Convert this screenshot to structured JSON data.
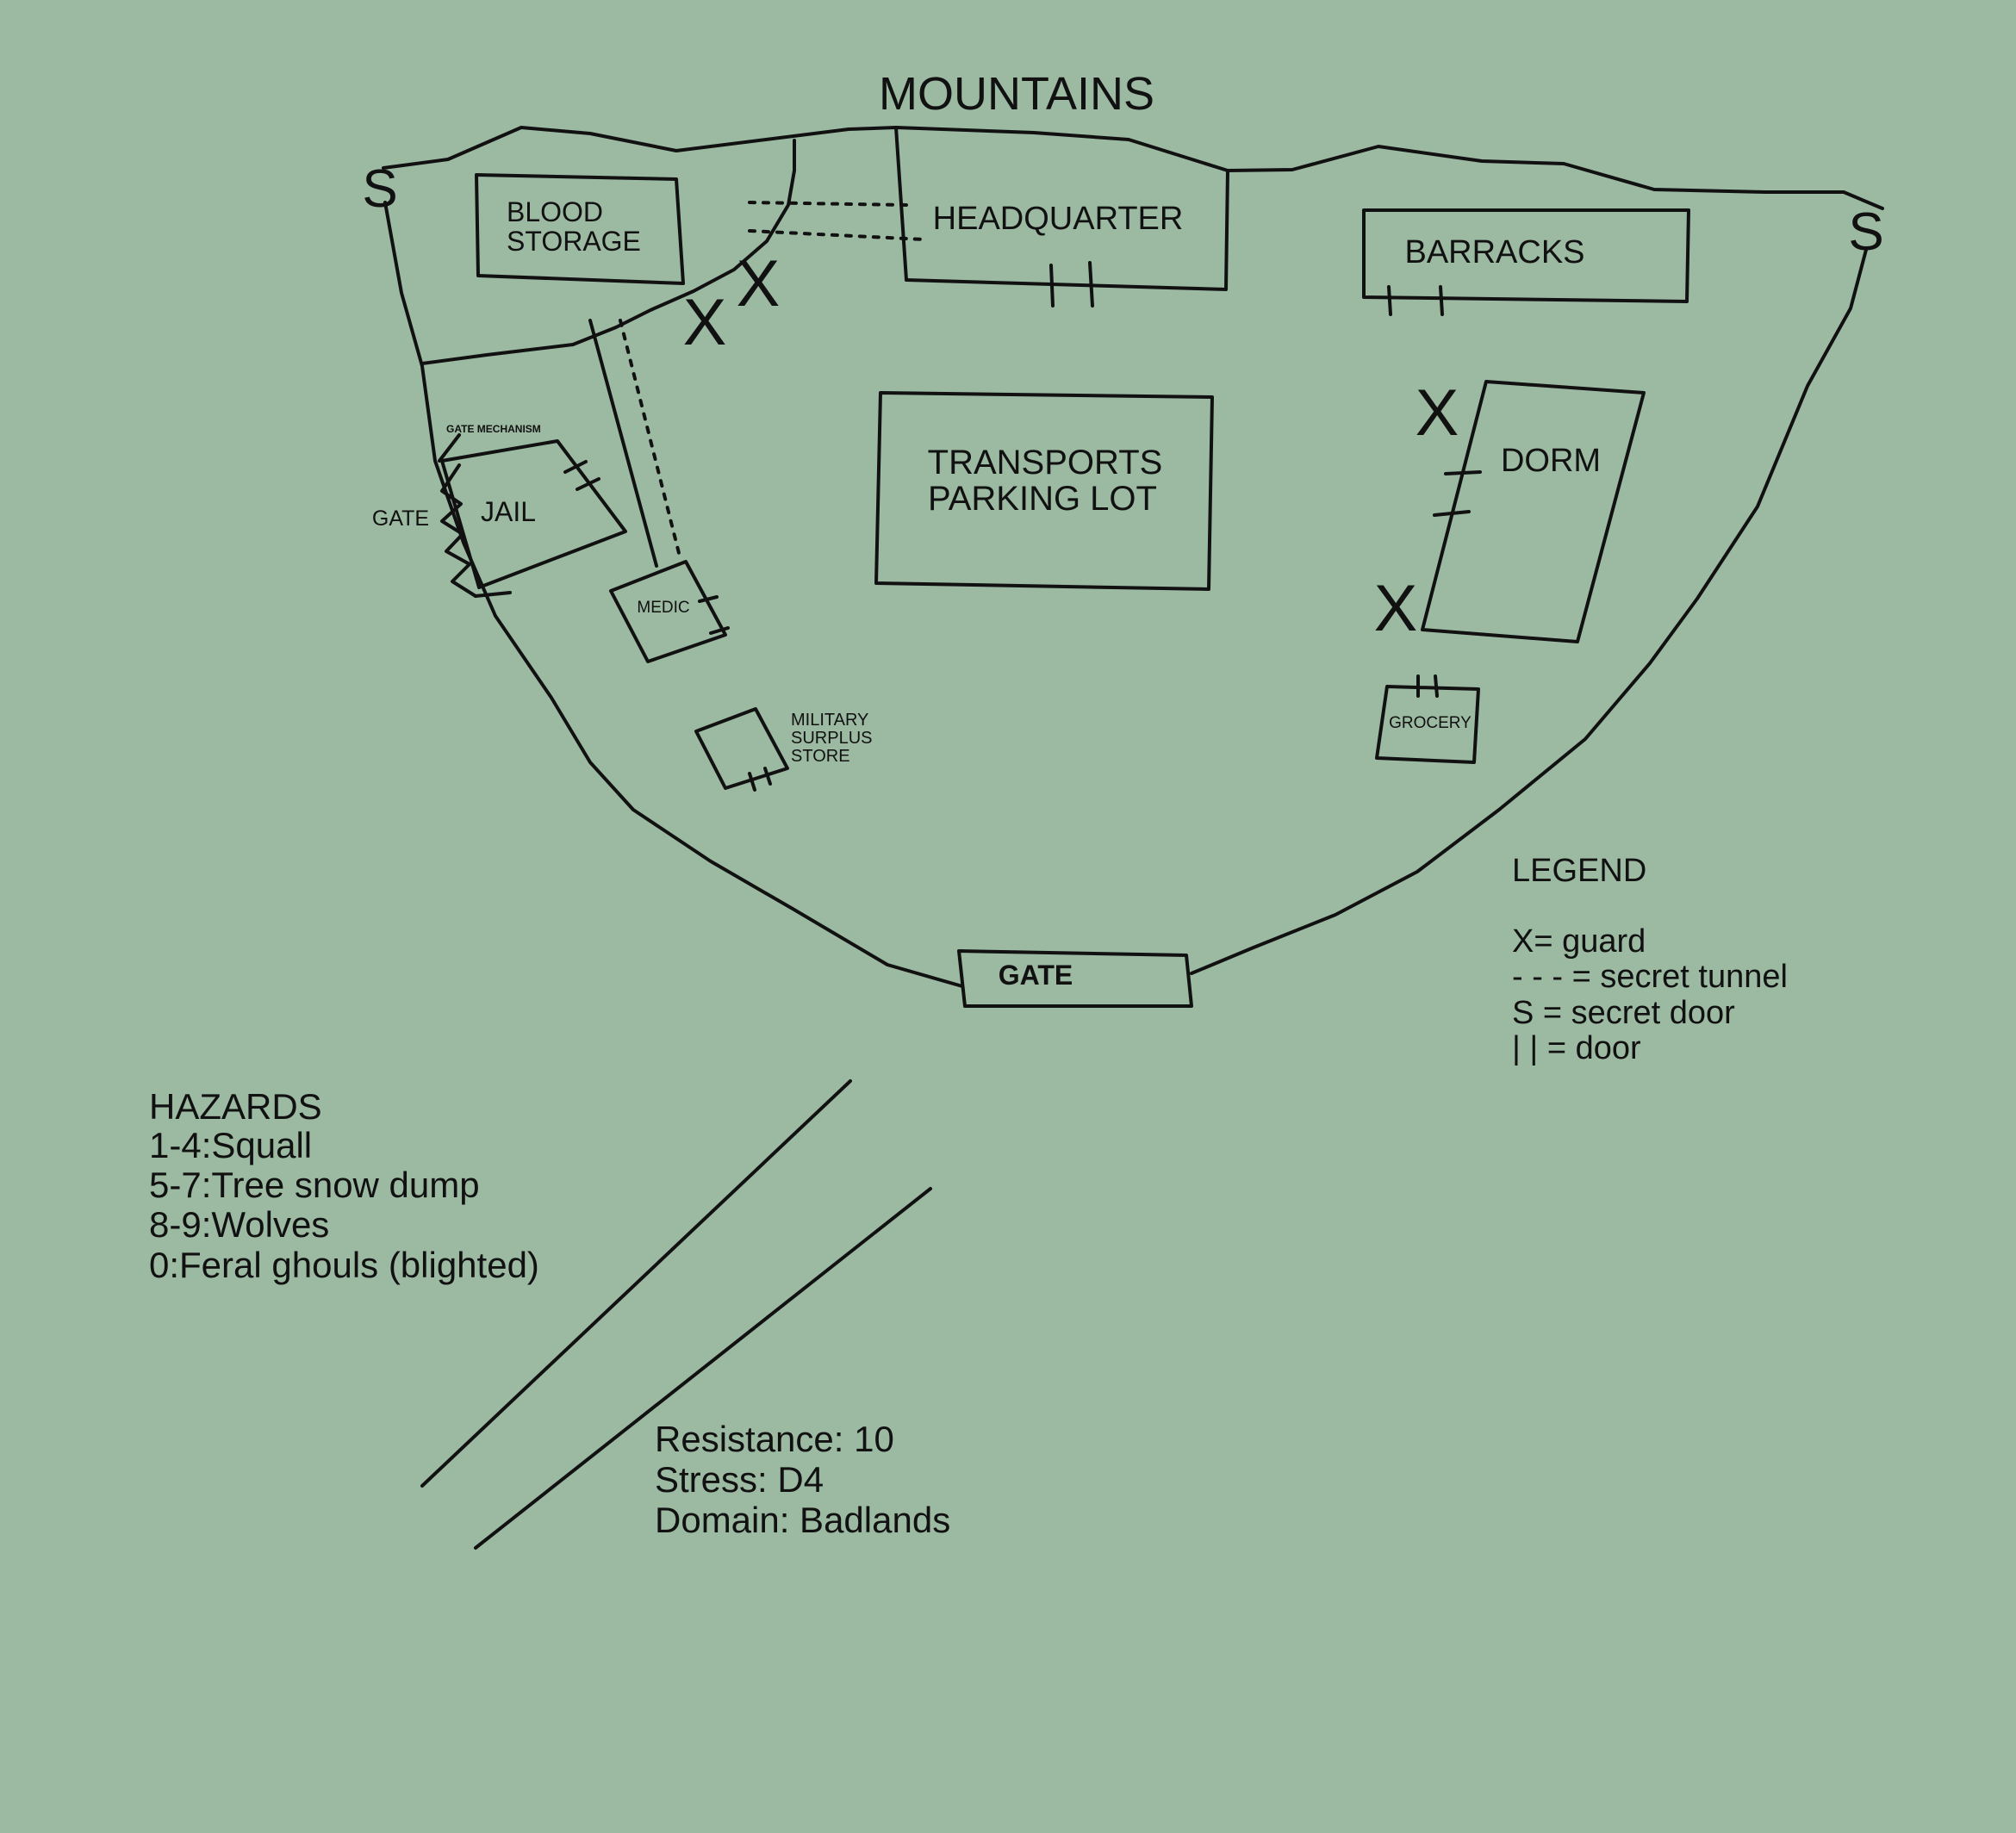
{
  "colors": {
    "background": "#9cb9a2",
    "ink": "#111111"
  },
  "mountains_label": "MOUNTAINS",
  "buildings": {
    "blood_storage": [
      "BLOOD",
      "STORAGE"
    ],
    "headquarter": "HEADQUARTER",
    "barracks": "BARRACKS",
    "transports": [
      "TRANSPORTS",
      "PARKING LOT"
    ],
    "dorm": "DORM",
    "gate_mechanism": "GATE MECHANISM",
    "jail": "JAIL",
    "side_gate": "GATE",
    "medic": "MEDIC",
    "military_surplus": [
      "MILITARY",
      "SURPLUS",
      "STORE"
    ],
    "grocery": "GROCERY",
    "main_gate": "GATE"
  },
  "markers": {
    "guard": "X",
    "secret_door": "S"
  },
  "legend": {
    "title": "LEGEND",
    "items": [
      "X= guard",
      "- - - = secret tunnel",
      "S = secret door",
      "|  | = door"
    ]
  },
  "hazards": {
    "title": "HAZARDS",
    "items": [
      "1-4:Squall",
      "5-7:Tree snow dump",
      "8-9:Wolves",
      "0:Feral ghouls (blighted)"
    ]
  },
  "stats": [
    "Resistance: 10",
    "Stress: D4",
    "Domain: Badlands"
  ]
}
